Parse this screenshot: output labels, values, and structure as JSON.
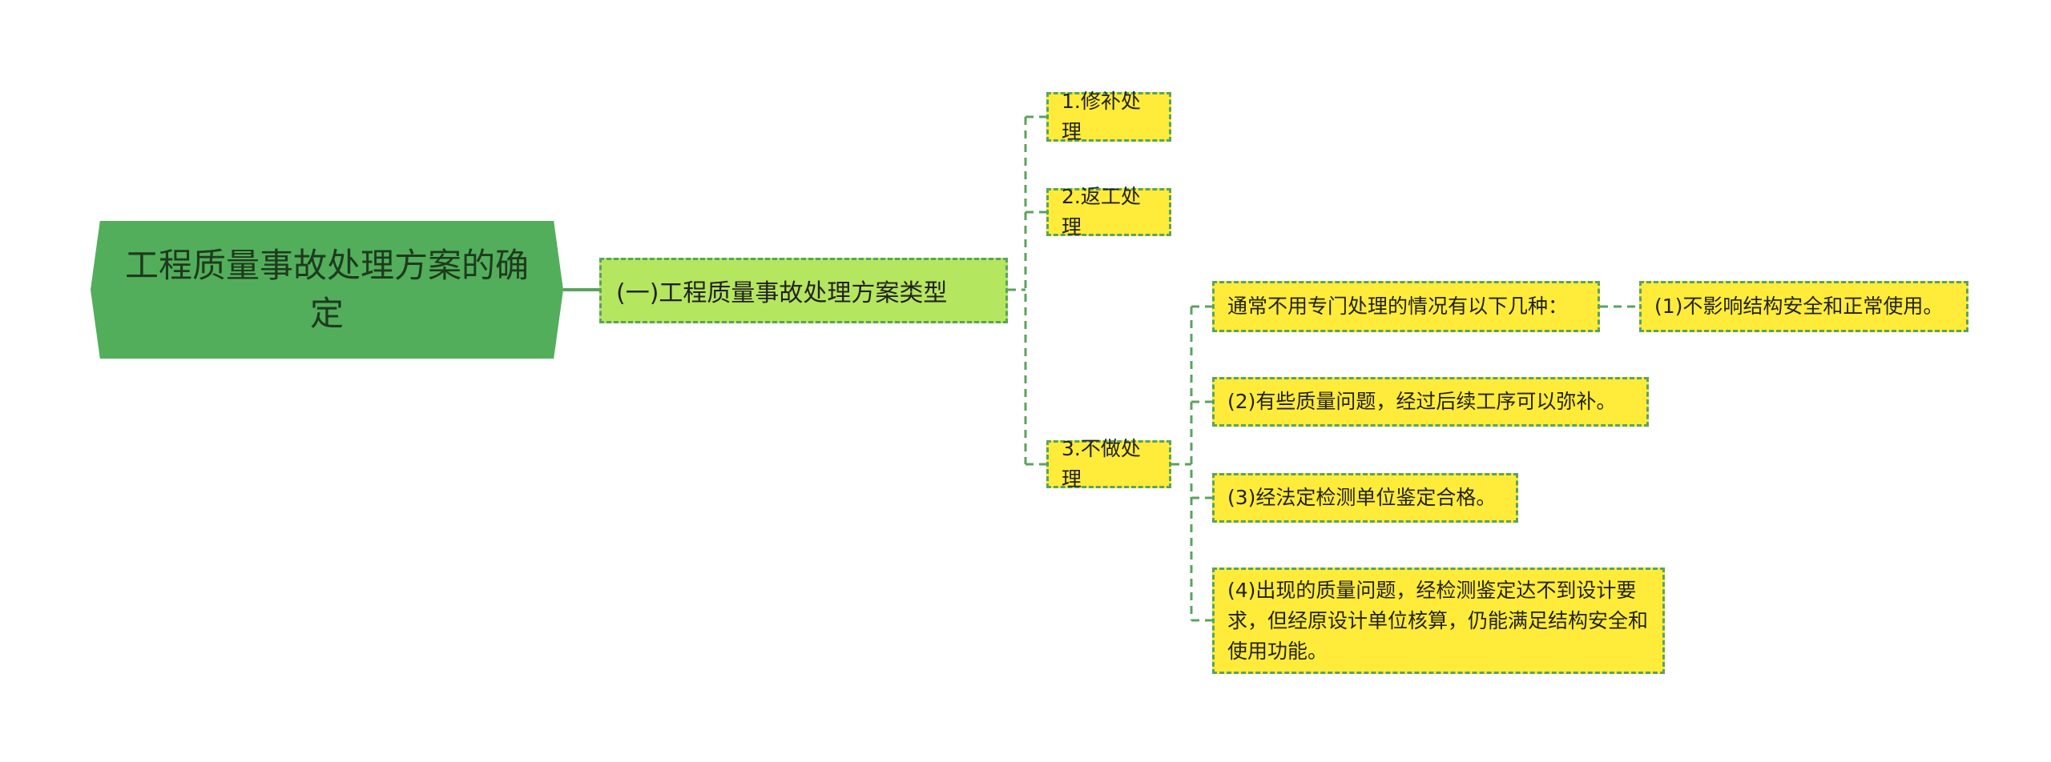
{
  "root": {
    "label": "工程质量事故处理方案的确定"
  },
  "level1": {
    "label": "(一)工程质量事故处理方案类型"
  },
  "types": [
    {
      "label": "1.修补处理"
    },
    {
      "label": "2.返工处理"
    },
    {
      "label": "3.不做处理"
    }
  ],
  "no_treatment": {
    "intro": "通常不用专门处理的情况有以下几种：",
    "items": [
      "(1)不影响结构安全和正常使用。",
      "(2)有些质量问题，经过后续工序可以弥补。",
      "(3)经法定检测单位鉴定合格。",
      "(4)出现的质量问题，经检测鉴定达不到设计要求，但经原设计单位核算，仍能满足结构安全和使用功能。"
    ]
  },
  "colors": {
    "root": "#52ae5a",
    "level1": "#b5e65f",
    "leaf": "#ffec3a",
    "line": "#5aa35e"
  }
}
